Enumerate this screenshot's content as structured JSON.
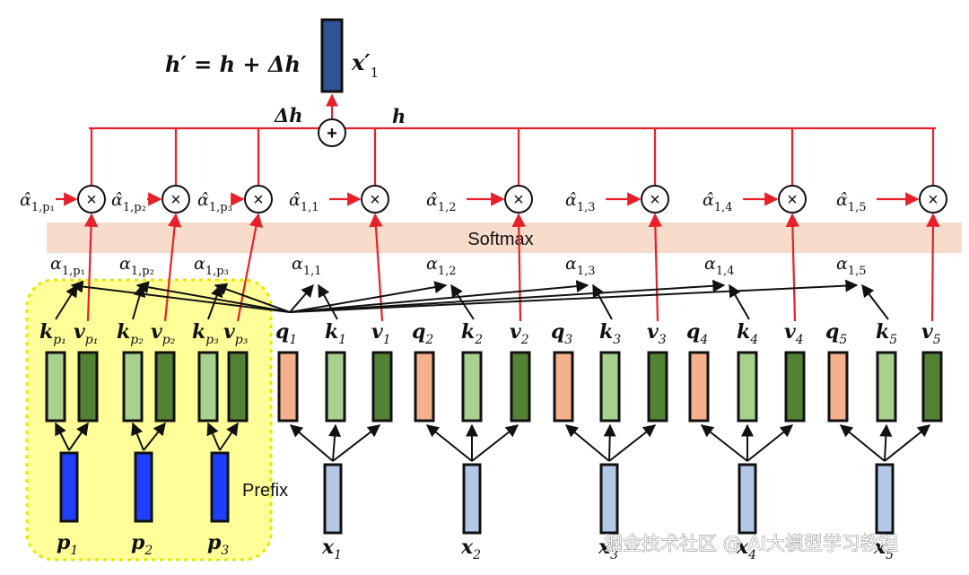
{
  "equation": "h′ = h + Δh",
  "output_label": "x′",
  "output_sub": "1",
  "delta_label": "Δh",
  "h_label": "h",
  "plus_symbol": "+",
  "times_symbol": "×",
  "softmax_label": "Softmax",
  "prefix_label": "Prefix",
  "watermark": "掘金技术社区 @ AI大模型学习教程",
  "alpha_hat": [
    "α̂",
    "α̂",
    "α̂",
    "α̂",
    "α̂",
    "α̂",
    "α̂",
    "α̂"
  ],
  "alpha_hat_sub": [
    "1,p₁",
    "1,p₂",
    "1,p₃",
    "1,1",
    "1,2",
    "1,3",
    "1,4",
    "1,5"
  ],
  "alpha": [
    "α",
    "α",
    "α",
    "α",
    "α",
    "α",
    "α",
    "α"
  ],
  "alpha_sub": [
    "1,p₁",
    "1,p₂",
    "1,p₃",
    "1,1",
    "1,2",
    "1,3",
    "1,4",
    "1,5"
  ],
  "prefix_kv": [
    {
      "k": "k",
      "k_sub": "p₁",
      "v": "v",
      "v_sub": "p₁"
    },
    {
      "k": "k",
      "k_sub": "p₂",
      "v": "v",
      "v_sub": "p₂"
    },
    {
      "k": "k",
      "k_sub": "p₃",
      "v": "v",
      "v_sub": "p₃"
    }
  ],
  "prefix_tokens": [
    {
      "label": "p",
      "sub": "1"
    },
    {
      "label": "p",
      "sub": "2"
    },
    {
      "label": "p",
      "sub": "3"
    }
  ],
  "tokens": [
    {
      "q": "q",
      "k": "k",
      "v": "v",
      "x": "x",
      "sub": "1"
    },
    {
      "q": "q",
      "k": "k",
      "v": "v",
      "x": "x",
      "sub": "2"
    },
    {
      "q": "q",
      "k": "k",
      "v": "v",
      "x": "x",
      "sub": "3"
    },
    {
      "q": "q",
      "k": "k",
      "v": "v",
      "x": "x",
      "sub": "4"
    },
    {
      "q": "q",
      "k": "k",
      "v": "v",
      "x": "x",
      "sub": "5"
    }
  ],
  "colors": {
    "query": "#f5b18b",
    "key": "#a9d18e",
    "value": "#548235",
    "input": "#b4c7e7",
    "prefix_token": "#1f3fff",
    "output": "#2f5597",
    "line": "#e8202a",
    "softmax_band": "#f8dccb",
    "prefix_bg": "#ffff9a",
    "prefix_border": "#e6e600"
  }
}
